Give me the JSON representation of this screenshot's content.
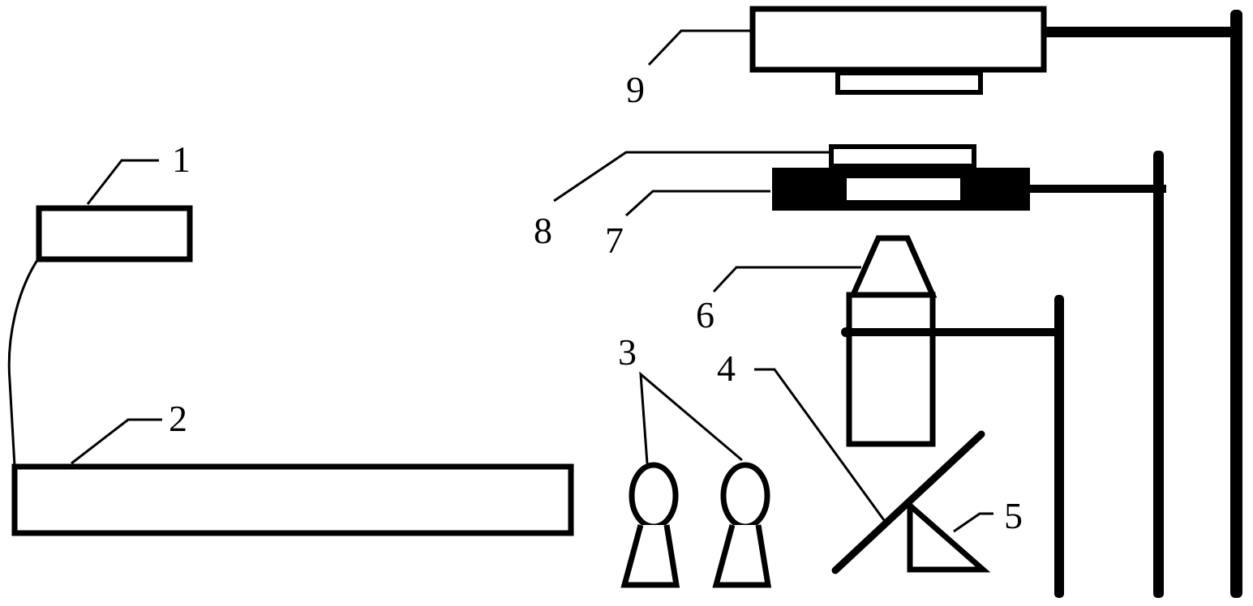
{
  "labels": {
    "l1": "1",
    "l2": "2",
    "l3": "3",
    "l4": "4",
    "l5": "5",
    "l6": "6",
    "l7": "7",
    "l8": "8",
    "l9": "9"
  },
  "colors": {
    "ink": "#000000",
    "background": "#ffffff"
  }
}
